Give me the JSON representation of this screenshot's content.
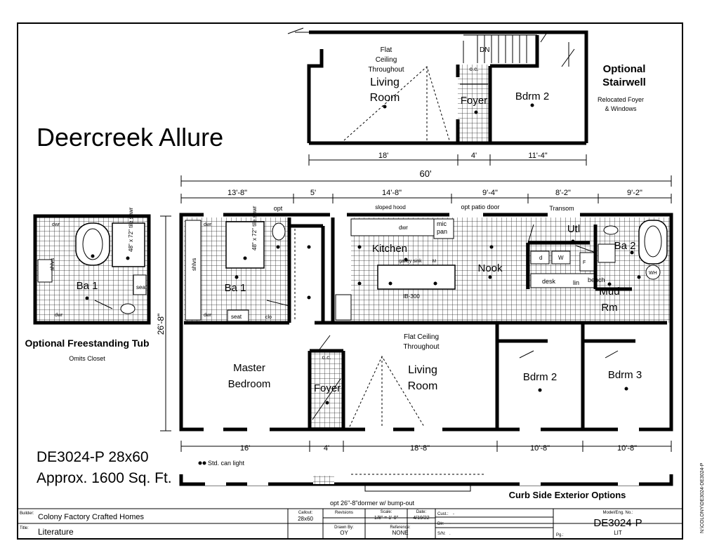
{
  "title": "Deercreek Allure",
  "model_line": "DE3024-P 28x60",
  "sqft_line": "Approx. 1600 Sq. Ft.",
  "legend": "Std. can light",
  "optional_stairwell": {
    "title1": "Optional",
    "title2": "Stairwell",
    "note1": "Relocated Foyer",
    "note2": "& Windows"
  },
  "optional_tub": {
    "title": "Optional Freestanding Tub",
    "note": "Omits Closet"
  },
  "curb_side": "Curb Side Exterior Options",
  "dormer_note": "opt 26\"-8\"dormer w/ bump-out",
  "side_code": "N:\\COLONY\\DE3024-DE3024-P",
  "dims": {
    "total": "60'",
    "height": "26'-8\"",
    "top": [
      "13'-8\"",
      "5'",
      "14'-8\"",
      "9'-4\"",
      "8'-2\"",
      "9'-2\""
    ],
    "bottom": [
      "16'",
      "4'",
      "18'-8\"",
      "10'-8\"",
      "10'-8\""
    ],
    "stair": [
      "18'",
      "4'",
      "11'-4\""
    ]
  },
  "rooms": {
    "kitchen": "Kitchen",
    "nook": "Nook",
    "utl": "Utl",
    "ba2": "Ba 2",
    "mud1": "Mud",
    "mud2": "Rm",
    "ba1": "Ba 1",
    "master1": "Master",
    "master2": "Bedroom",
    "foyer": "Foyer",
    "living1": "Living",
    "living2": "Room",
    "bdrm2": "Bdrm 2",
    "bdrm3": "Bdrm 3",
    "flat1": "Flat Ceiling",
    "flat2": "Throughout",
    "st_flat1": "Flat",
    "st_flat2": "Ceiling",
    "st_flat3": "Throughout",
    "st_living1": "Living",
    "st_living2": "Room",
    "st_foyer": "Foyer",
    "st_bdrm2": "Bdrm 2",
    "st_dn": "DN",
    "st_oc": "o.c."
  },
  "fixtures": {
    "opt": "opt",
    "sloped_hood": "sloped hood",
    "opt_patio_door": "opt patio door",
    "transom": "Transom",
    "mic": "mic",
    "pan": "pan",
    "dwr": "dwr",
    "galley_sink": "galley sink",
    "m": "M",
    "ib": "IB-300",
    "tile_shwr": "48\" x 72\" tile shwr",
    "shlvs": "shlvs",
    "seat": "seat",
    "clo": "clo",
    "oc": "o.c.",
    "d": "d",
    "w": "W",
    "f": "F",
    "desk": "desk",
    "lin": "lin",
    "bench": "bench",
    "wh": "WH"
  },
  "title_block": {
    "builder_label": "Builder:",
    "builder": "Colony Factory Crafted Homes",
    "title_label": "Title:",
    "title": "Literature",
    "callout_label": "Callout:",
    "callout": "28x60",
    "revisions_label": "Revisions",
    "scale_label": "Scale:",
    "scale": "1/8\" = 1'-0\"",
    "date_label": "Date:",
    "date": "4/19/22",
    "drawn_label": "Drawn By:",
    "drawn": "OY",
    "ref_label": "Reference:",
    "ref": "NONE",
    "cust_label": "Cust.:",
    "cust": "-",
    "dlr_label": "Dlr:",
    "dlr": "-",
    "sn_label": "S/N:",
    "sn": ".",
    "model_label": "Model/Eng. No.:",
    "model": "DE3024-P",
    "lit": "LIT",
    "pg_label": "Pg.:"
  }
}
